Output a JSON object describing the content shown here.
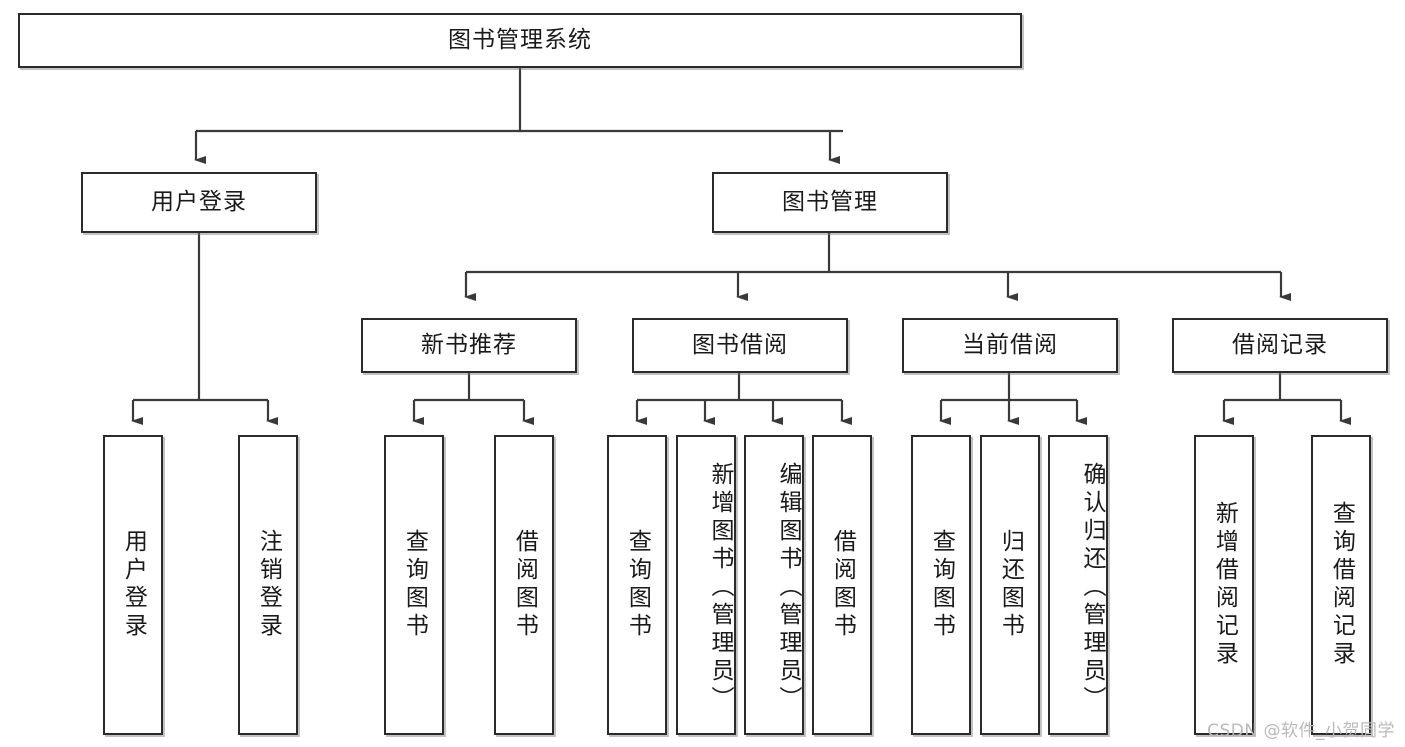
{
  "diagram": {
    "type": "tree-hierarchy-chart",
    "title": "图书管理系统",
    "root": {
      "id": "root",
      "label": "图书管理系统",
      "orientation": "horizontal"
    },
    "level1": [
      {
        "id": "user-login",
        "label": "用户登录",
        "orientation": "horizontal"
      },
      {
        "id": "book-manage",
        "label": "图书管理",
        "orientation": "horizontal"
      }
    ],
    "level2": [
      {
        "id": "new-book-recommend",
        "label": "新书推荐",
        "orientation": "horizontal",
        "parent": "book-manage"
      },
      {
        "id": "book-borrow",
        "label": "图书借阅",
        "orientation": "horizontal",
        "parent": "book-manage"
      },
      {
        "id": "current-borrow",
        "label": "当前借阅",
        "orientation": "horizontal",
        "parent": "book-manage"
      },
      {
        "id": "borrow-record",
        "label": "借阅记录",
        "orientation": "horizontal",
        "parent": "book-manage"
      }
    ],
    "leaves": [
      {
        "id": "leaf-user-login",
        "label": "用户登录",
        "orientation": "vertical",
        "parent": "user-login"
      },
      {
        "id": "leaf-logout-login",
        "label": "注销登录",
        "orientation": "vertical",
        "parent": "user-login"
      },
      {
        "id": "leaf-query-book-1",
        "label": "查询图书",
        "orientation": "vertical",
        "parent": "new-book-recommend"
      },
      {
        "id": "leaf-borrow-book-1",
        "label": "借阅图书",
        "orientation": "vertical",
        "parent": "new-book-recommend"
      },
      {
        "id": "leaf-query-book-2",
        "label": "查询图书",
        "orientation": "vertical",
        "parent": "book-borrow"
      },
      {
        "id": "leaf-add-book",
        "label": "新增图书（管理员）",
        "orientation": "vertical",
        "parent": "book-borrow"
      },
      {
        "id": "leaf-edit-book",
        "label": "编辑图书（管理员）",
        "orientation": "vertical",
        "parent": "book-borrow"
      },
      {
        "id": "leaf-borrow-book-2",
        "label": "借阅图书",
        "orientation": "vertical",
        "parent": "book-borrow"
      },
      {
        "id": "leaf-query-book-3",
        "label": "查询图书",
        "orientation": "vertical",
        "parent": "current-borrow"
      },
      {
        "id": "leaf-return-book",
        "label": "归还图书",
        "orientation": "vertical",
        "parent": "current-borrow"
      },
      {
        "id": "leaf-confirm-return",
        "label": "确认归还（管理员）",
        "orientation": "vertical",
        "parent": "current-borrow"
      },
      {
        "id": "leaf-add-borrow-record",
        "label": "新增借阅记录",
        "orientation": "vertical",
        "parent": "borrow-record"
      },
      {
        "id": "leaf-query-borrow-record",
        "label": "查询借阅记录",
        "orientation": "vertical",
        "parent": "borrow-record"
      }
    ],
    "colors": {
      "box_border": "#2b2b2b",
      "box_fill": "#ffffff",
      "connector": "#3a3a3a",
      "text": "#1a1a1a",
      "watermark": "#b9b9b9"
    }
  },
  "watermark": {
    "text": "CSDN @软件_小贺同学"
  }
}
